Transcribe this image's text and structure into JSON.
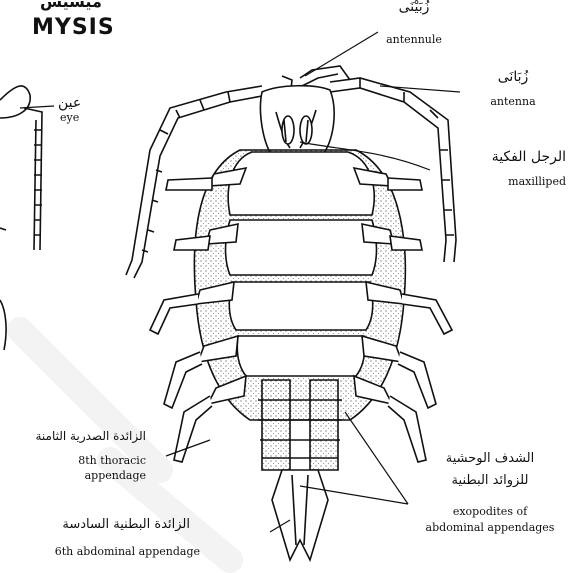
{
  "figure": {
    "title": "MYSIS",
    "title_ar": "ميسيس"
  },
  "labels": {
    "antennule_ar": "زُبَيْنَى",
    "antennule": "antennule",
    "antenna_ar": "زُبَانَى",
    "antenna": "antenna",
    "eye_ar": "عين",
    "eye": "eye",
    "maxilliped_ar": "الرجل الفكية",
    "maxilliped": "maxilliped",
    "thoracic_ar": "الزائدة الصدرية الثامنة",
    "thoracic_1": "8th thoracic",
    "thoracic_2": "appendage",
    "exopodites_ar_1": "الشدف الوحشية",
    "exopodites_ar_2": "للزوائد البطنية",
    "exopodites_1": "exopodites of",
    "exopodites_2": "abdominal appendages",
    "abdominal_ar": "الزائدة البطنية السادسة",
    "abdominal": "6th abdominal appendage"
  },
  "colors": {
    "ink": "#111111",
    "paper": "#ffffff"
  }
}
